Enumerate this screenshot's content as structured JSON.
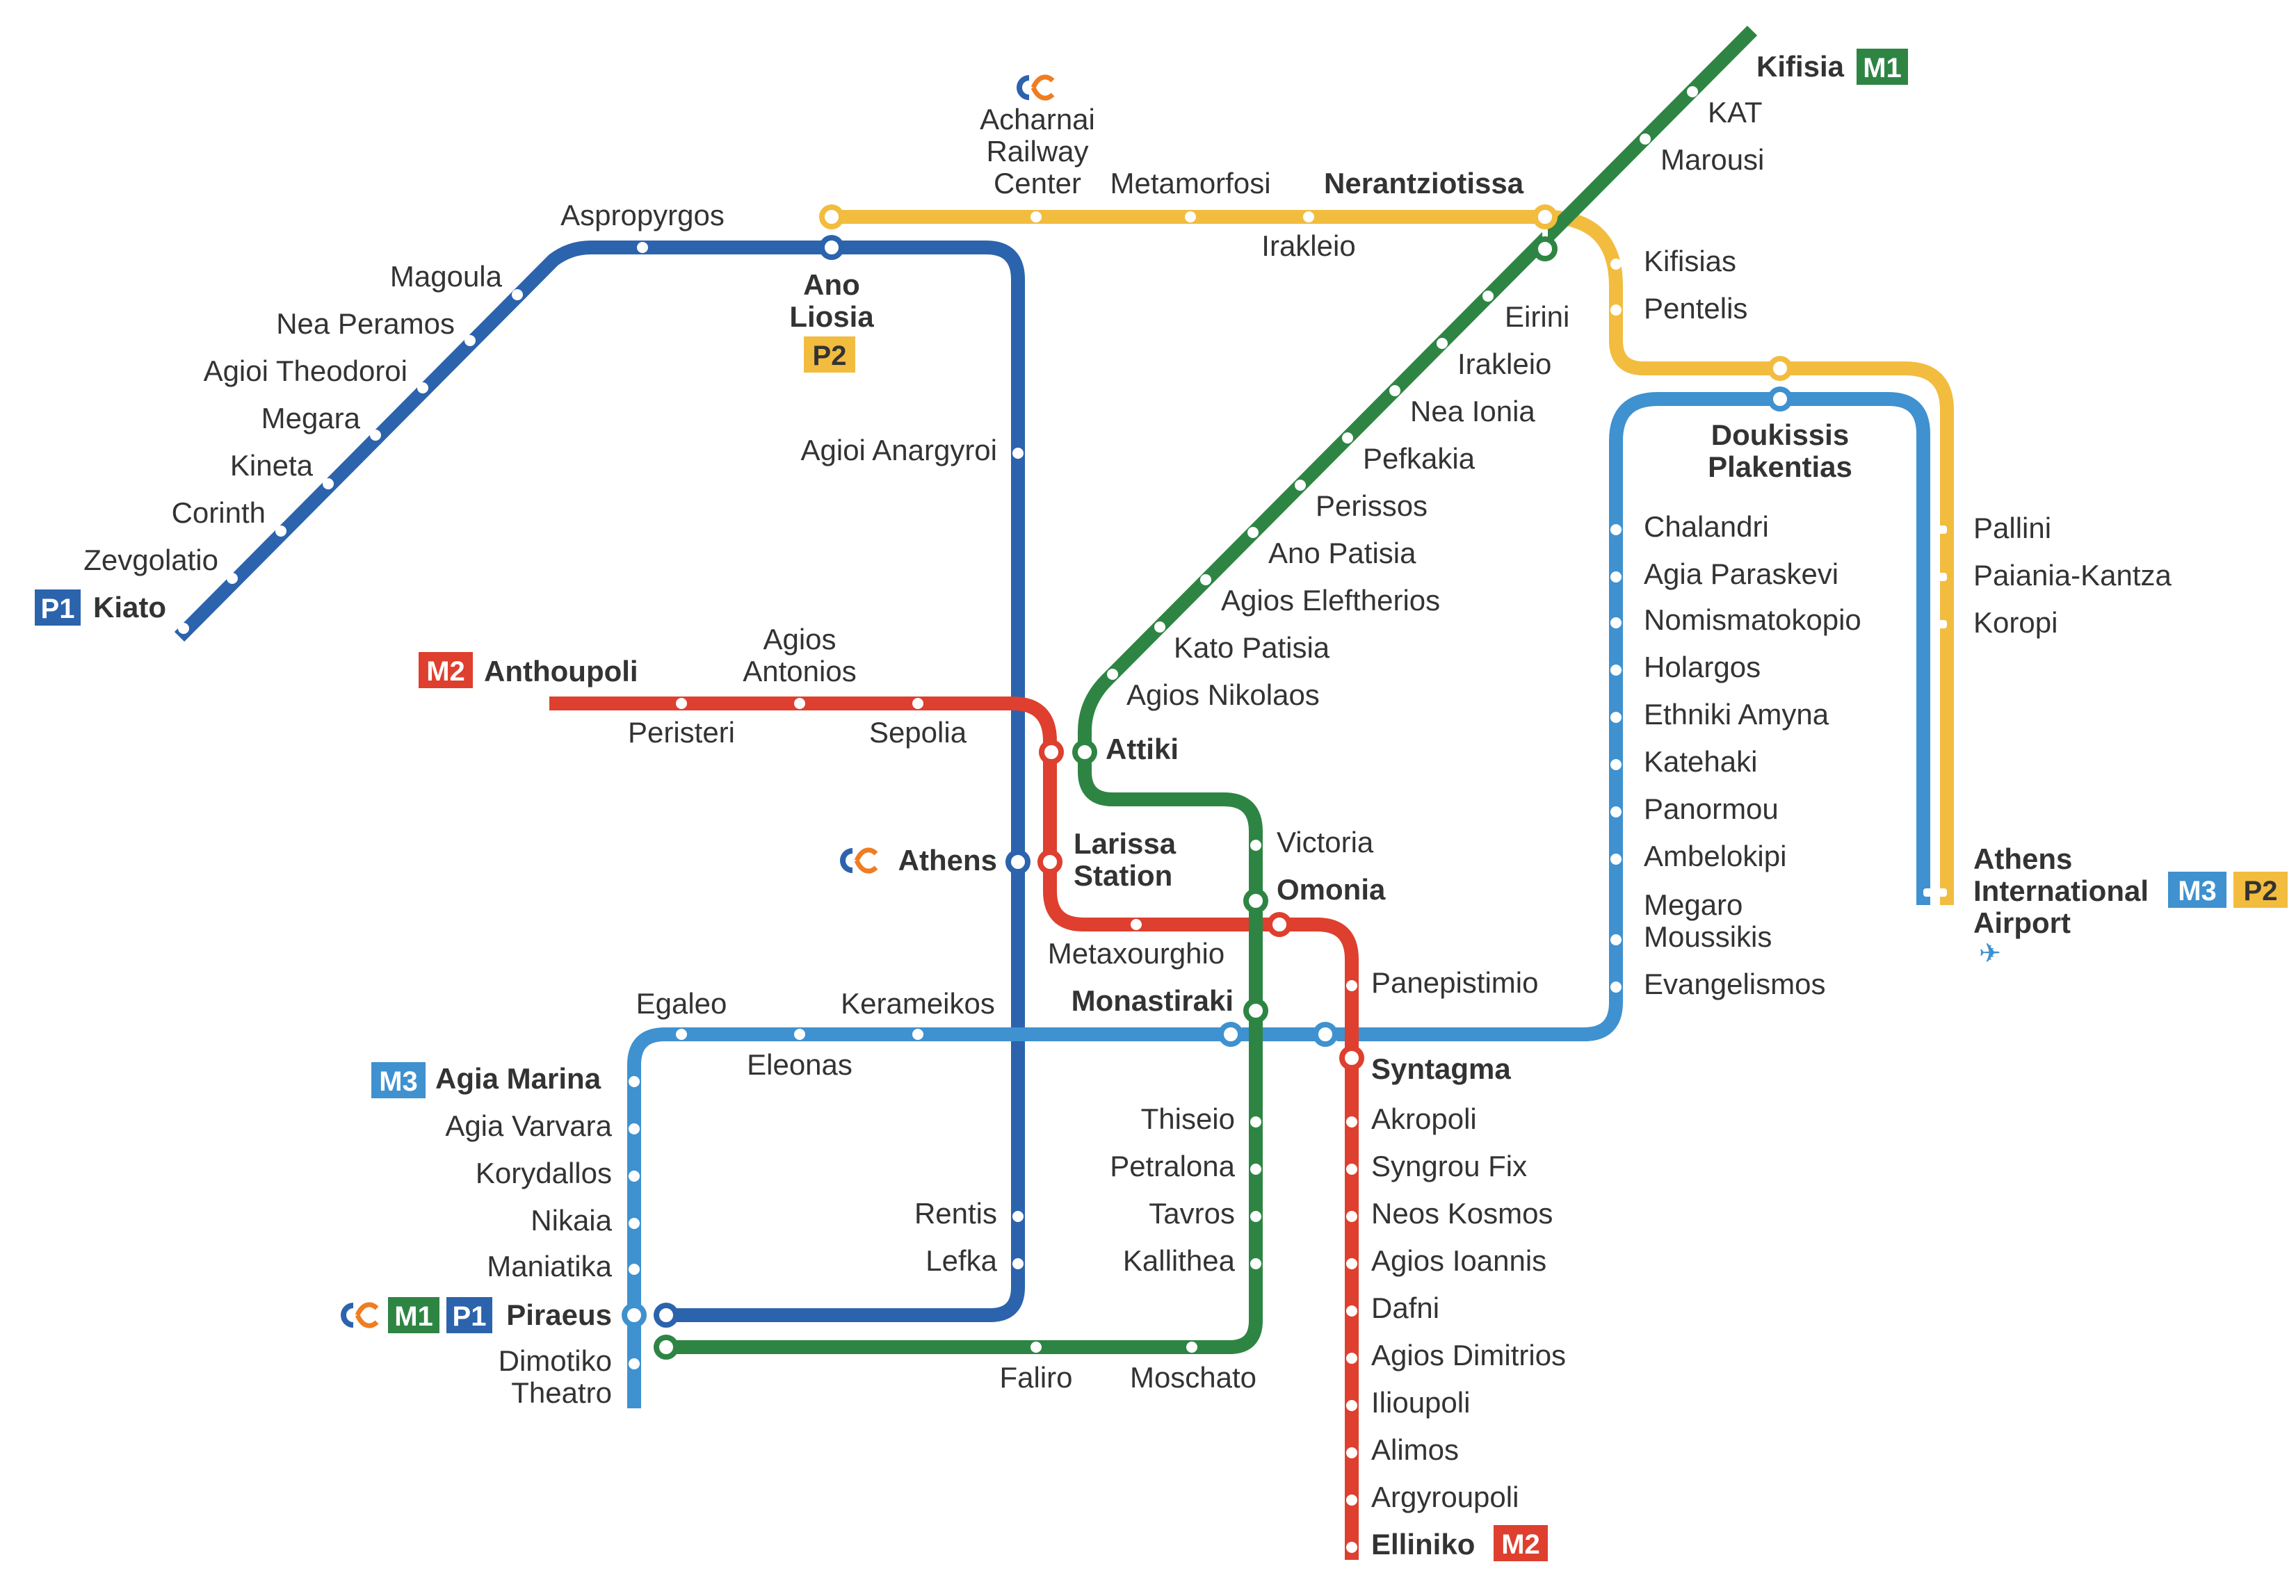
{
  "colors": {
    "M1": "#2e8543",
    "M2": "#de3f2e",
    "M3": "#3f91cf",
    "P1": "#2c63ad",
    "P2": "#f2bc3f",
    "railway_logo_blue": "#2c63ad",
    "railway_logo_orange": "#ef7d22",
    "text": "#333333"
  },
  "badges": {
    "M1": "M1",
    "M2": "M2",
    "M3": "M3",
    "P1": "P1",
    "P2": "P2"
  },
  "stations": {
    "kifisia": "Kifisia",
    "kat": "KAT",
    "marousi": "Marousi",
    "nerantziotissa": "Nerantziotissa",
    "eirini": "Eirini",
    "irakleio_m1": "Irakleio",
    "nea_ionia": "Nea Ionia",
    "pefkakia": "Pefkakia",
    "perissos": "Perissos",
    "ano_patisia": "Ano Patisia",
    "agios_eleftherios": "Agios Eleftherios",
    "kato_patisia": "Kato Patisia",
    "agios_nikolaos": "Agios Nikolaos",
    "attiki": "Attiki",
    "victoria": "Victoria",
    "omonia": "Omonia",
    "monastiraki": "Monastiraki",
    "thiseio": "Thiseio",
    "petralona": "Petralona",
    "tavros": "Tavros",
    "kallithea": "Kallithea",
    "moschato": "Moschato",
    "faliro": "Faliro",
    "piraeus": "Piraeus",
    "anthoupoli": "Anthoupoli",
    "peristeri": "Peristeri",
    "agios_antonios_1": "Agios",
    "agios_antonios_2": "Antonios",
    "sepolia": "Sepolia",
    "larissa_1": "Larissa",
    "larissa_2": "Station",
    "metaxourghio": "Metaxourghio",
    "panepistimio": "Panepistimio",
    "syntagma": "Syntagma",
    "akropoli": "Akropoli",
    "syngrou_fix": "Syngrou Fix",
    "neos_kosmos": "Neos Kosmos",
    "agios_ioannis": "Agios Ioannis",
    "dafni": "Dafni",
    "agios_dimitrios": "Agios Dimitrios",
    "ilioupoli": "Ilioupoli",
    "alimos": "Alimos",
    "argyroupoli": "Argyroupoli",
    "elliniko": "Elliniko",
    "agia_marina": "Agia Marina",
    "agia_varvara": "Agia Varvara",
    "korydallos": "Korydallos",
    "nikaia": "Nikaia",
    "maniatika": "Maniatika",
    "dimotiko_1": "Dimotiko",
    "dimotiko_2": "Theatro",
    "egaleo": "Egaleo",
    "eleonas": "Eleonas",
    "kerameikos": "Kerameikos",
    "evangelismos": "Evangelismos",
    "megaro_1": "Megaro",
    "megaro_2": "Moussikis",
    "ambelokipi": "Ambelokipi",
    "panormou": "Panormou",
    "katehaki": "Katehaki",
    "ethniki_amyna": "Ethniki Amyna",
    "holargos": "Holargos",
    "nomismatokopio": "Nomismatokopio",
    "agia_paraskevi": "Agia Paraskevi",
    "chalandri": "Chalandri",
    "doukissis_1": "Doukissis",
    "doukissis_2": "Plakentias",
    "pallini": "Pallini",
    "paiania": "Paiania-Kantza",
    "koropi": "Koropi",
    "airport_1": "Athens",
    "airport_2": "International",
    "airport_3": "Airport",
    "kiato": "Kiato",
    "zevgolatio": "Zevgolatio",
    "corinth": "Corinth",
    "kineta": "Kineta",
    "megara": "Megara",
    "agioi_theodoroi": "Agioi Theodoroi",
    "nea_peramos": "Nea Peramos",
    "magoula": "Magoula",
    "aspropyrgos": "Aspropyrgos",
    "ano_liosia_1": "Ano",
    "ano_liosia_2": "Liosia",
    "agioi_anargyroi": "Agioi Anargyroi",
    "athens": "Athens",
    "rentis": "Rentis",
    "lefka": "Lefka",
    "acharnai_1": "Acharnai",
    "acharnai_2": "Railway",
    "acharnai_3": "Center",
    "metamorfosi": "Metamorfosi",
    "irakleio_p2": "Irakleio",
    "kifisias": "Kifisias",
    "pentelis": "Pentelis"
  },
  "icons": {
    "railway": "hellenic-train-logo-icon",
    "airport": "airplane-icon",
    "airport_glyph": "✈"
  }
}
